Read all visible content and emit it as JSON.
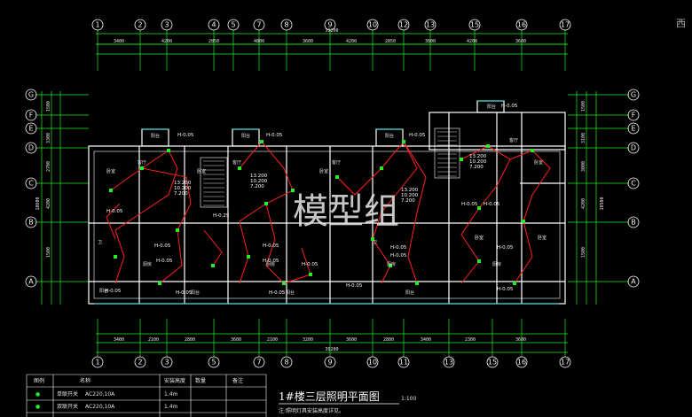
{
  "title": "1#楼三层照明平面图",
  "title_scale": "1:100",
  "note": "注:照明灯具安装高度详见。",
  "watermark": "模型组",
  "corner_char": "西",
  "axes_top": [
    "1",
    "2",
    "3",
    "4",
    "5",
    "7",
    "8",
    "9",
    "10",
    "12",
    "13",
    "15",
    "16",
    "17"
  ],
  "axes_bottom": [
    "1",
    "2",
    "3",
    "5",
    "7",
    "8",
    "9",
    "10",
    "11",
    "13",
    "15",
    "16",
    "17"
  ],
  "axes_rows": [
    "G",
    "F",
    "E",
    "D",
    "C",
    "B",
    "A"
  ],
  "top_dims": [
    "3400",
    "4200",
    "2850",
    "4800",
    "3600",
    "4200",
    "2850",
    "3600",
    "4200",
    "3600"
  ],
  "top_total": "39200",
  "bottom_dims": [
    "3400",
    "2100",
    "2800",
    "3600",
    "2100",
    "3200",
    "3600",
    "2800",
    "3400",
    "2300",
    "3600"
  ],
  "bottom_total": "39200",
  "left_dims": [
    "1500",
    "3300",
    "2700",
    "4200",
    "1500"
  ],
  "left_total": "10600",
  "right_dims": [
    "1500",
    "3100",
    "3000",
    "4200",
    "1500"
  ],
  "right_total": "10500",
  "room_labels": [
    "阳台",
    "阳台",
    "阳台",
    "阳台",
    "客厅",
    "客厅",
    "客厅",
    "客厅",
    "卧室",
    "卧室",
    "卧室",
    "卧室",
    "厨房",
    "厨房",
    "厨房",
    "厨房",
    "卫",
    "卫",
    "阳台",
    "阳台",
    "阳台",
    "阳台",
    "卧室",
    "卧室"
  ],
  "fixture_labels": [
    "H-0.05",
    "H-0.05",
    "H-0.05",
    "H-0.05",
    "H-0.05",
    "H-0.05",
    "H-0.05",
    "H-0.05",
    "H-0.05",
    "H-0.05",
    "H-0.05",
    "H-0.05",
    "H-0.05",
    "H-0.05",
    "H-0.05",
    "H-0.05",
    "H-0.05",
    "H-0.05",
    "H-0.05",
    "H-0.05",
    "H-0.25"
  ],
  "elev_blocks": [
    {
      "lines": [
        "13.200",
        "10.200",
        "7.200"
      ]
    },
    {
      "lines": [
        "13.200",
        "10.200",
        "7.200"
      ]
    },
    {
      "lines": [
        "13.200",
        "10.200",
        "7.200"
      ]
    },
    {
      "lines": [
        "13.200",
        "10.200",
        "7.200"
      ]
    }
  ],
  "legend_table": {
    "headers": [
      "图例",
      "名称",
      "安装高度",
      "数量",
      "备注"
    ],
    "rows": [
      {
        "symbol": "●",
        "name": "单联开关",
        "spec": "AC220,10A",
        "height": "1.4m",
        "qty": "",
        "note": ""
      },
      {
        "symbol": "●",
        "name": "双联开关",
        "spec": "AC220,10A",
        "height": "1.4m",
        "qty": "",
        "note": ""
      }
    ]
  },
  "colors": {
    "wall": "#ffffff",
    "wire": "#ff2020",
    "fixture": "#22ee22",
    "dim_line": "#22ee22",
    "accent": "#00e0e0"
  }
}
